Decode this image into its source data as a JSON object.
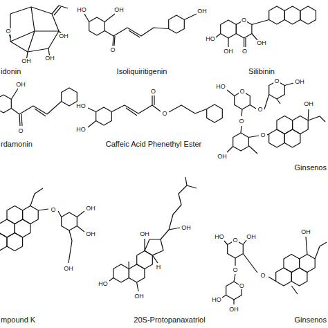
{
  "diagram": {
    "labels": [
      "idonin",
      "Isoliquiritigenin",
      "Silibinin",
      "O",
      "OH",
      "OH",
      "OH",
      "HO",
      "OH",
      "O",
      "OH",
      "HO",
      "O",
      "OH",
      "O",
      "OH",
      "rdamonin",
      "Caffeic Acid Phenethyl Ester",
      "OH",
      "O",
      "HO",
      "HO",
      "O",
      "O",
      "HO",
      "O",
      "O",
      "OH",
      "O",
      "O",
      "OH",
      "O",
      "OH",
      "Ginsenos",
      "O",
      "OH",
      "OH",
      "OH",
      "OH",
      "OH",
      "HO",
      "OH",
      "H",
      "HO",
      "OH",
      "O",
      "O",
      "O",
      "O",
      "HO",
      "OH",
      "OH",
      "mpound K",
      "20S-Protopanaxatriol",
      "Ginsenos"
    ]
  }
}
